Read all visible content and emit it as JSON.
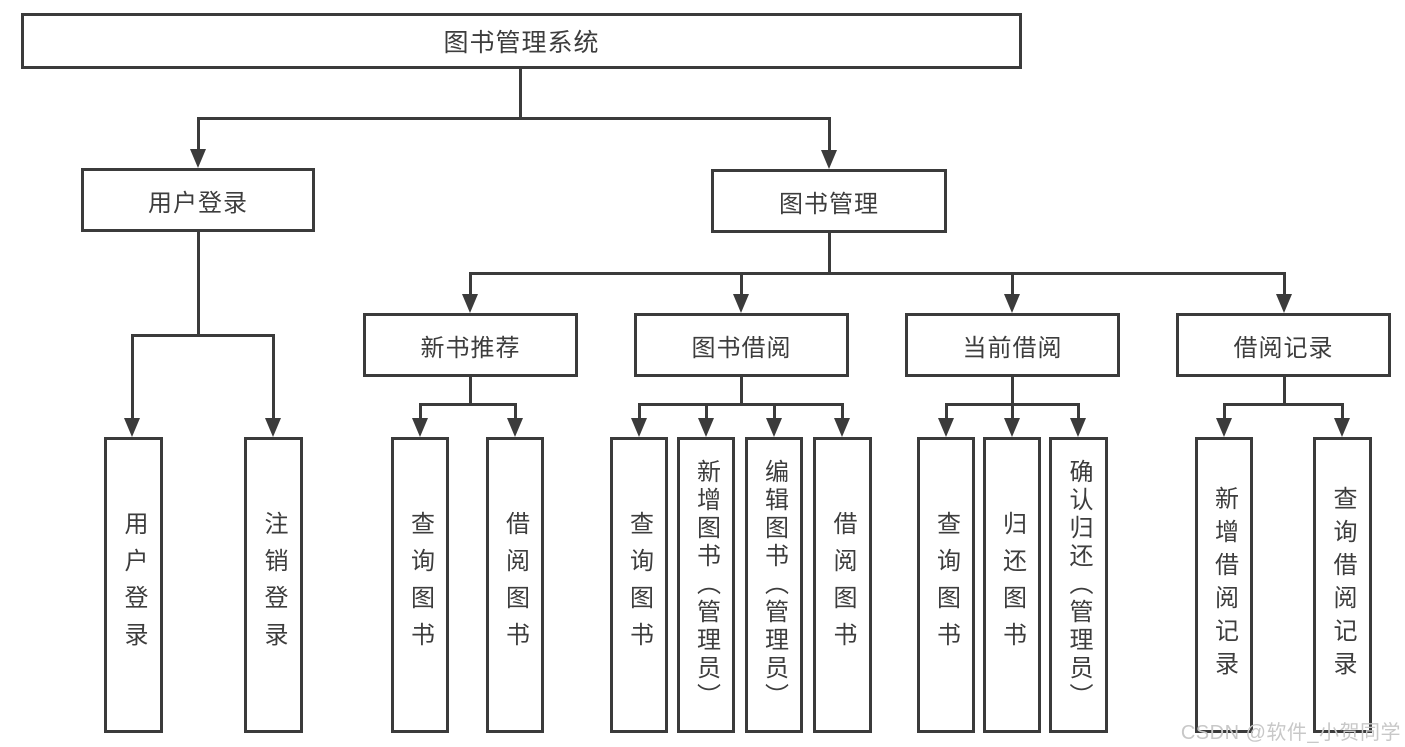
{
  "diagram": {
    "title": "图书管理系统",
    "nodes": {
      "root": "图书管理系统",
      "level2": [
        "用户登录",
        "图书管理"
      ],
      "level3": [
        "新书推荐",
        "图书借阅",
        "当前借阅",
        "借阅记录"
      ],
      "leaves": [
        "用户登录",
        "注销登录",
        "查询图书",
        "借阅图书",
        "查询图书",
        "新增图书（管理员）",
        "编辑图书（管理员）",
        "借阅图书",
        "查询图书",
        "归还图书",
        "确认归还（管理员）",
        "新增借阅记录",
        "查询借阅记录"
      ]
    },
    "colors": {
      "line": "#3b3b3b",
      "text": "#3d3d3d",
      "background": "#ffffff",
      "watermark": "#c8c8c8"
    }
  },
  "watermark": "CSDN @软件_小贺同学"
}
